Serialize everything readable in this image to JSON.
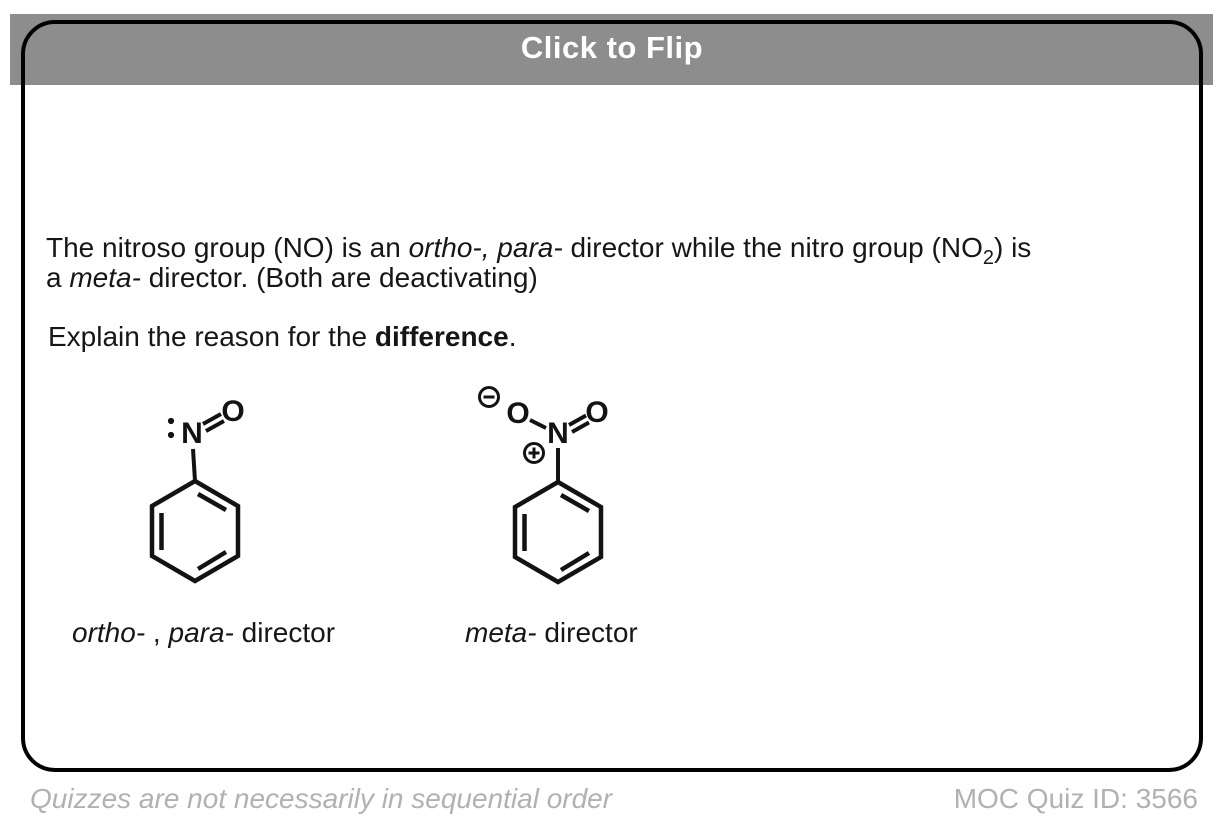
{
  "header": {
    "title": "Click to Flip"
  },
  "question": {
    "line1": {
      "a": "The nitroso group (NO) is an ",
      "b": "ortho-, para-",
      "c": " director while the nitro group (NO",
      "sub": "2",
      "d": ") is"
    },
    "line2": {
      "a": "a ",
      "b": "meta-",
      "c": " director. (Both are deactivating)"
    },
    "prompt": {
      "a": "Explain the reason for the ",
      "b": "difference",
      "c": "."
    }
  },
  "molecules": {
    "nitroso": {
      "n": "N",
      "o": "O",
      "label": {
        "a": "ortho-",
        "b": " , ",
        "c": "para-",
        "d": " director"
      }
    },
    "nitro": {
      "n": "N",
      "o_single": "O",
      "o_double": "O",
      "minus_symbol": "−",
      "plus_symbol": "+",
      "label": {
        "a": "meta-",
        "b": " director"
      }
    }
  },
  "footer": {
    "note": "Quizzes are not necessarily in sequential order",
    "quiz_id": "MOC Quiz ID: 3566"
  },
  "colors": {
    "header_bg": "#8d8d8d",
    "header_text": "#ffffff",
    "card_border": "#000000",
    "ink": "#161616",
    "footer_text": "#b1b1b1"
  }
}
